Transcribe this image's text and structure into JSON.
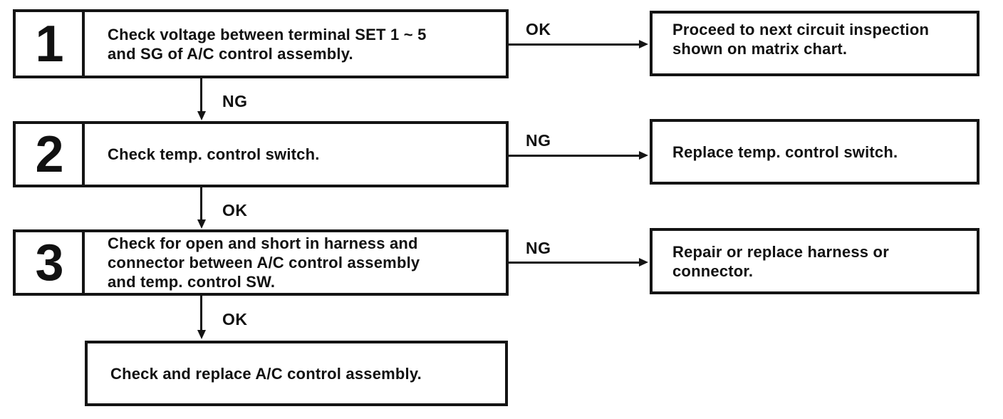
{
  "flow": {
    "steps": [
      {
        "number": "1",
        "lines": [
          "Check voltage between terminal SET 1 ~ 5",
          "and SG of A/C control assembly."
        ]
      },
      {
        "number": "2",
        "lines": [
          "Check temp. control switch."
        ]
      },
      {
        "number": "3",
        "lines": [
          "Check for open and short in harness and",
          "connector between A/C control assembly",
          "and temp. control SW."
        ]
      }
    ],
    "final_step": {
      "lines": [
        "Check and replace A/C control assembly."
      ]
    },
    "results": [
      {
        "lines": [
          "Proceed to next circuit inspection",
          "shown on matrix chart."
        ]
      },
      {
        "lines": [
          "Replace temp. control switch."
        ]
      },
      {
        "lines": [
          "Repair or replace harness or",
          "connector."
        ]
      }
    ],
    "labels": {
      "step1_down": "NG",
      "step2_down": "OK",
      "step3_down": "OK",
      "step1_right": "OK",
      "step2_right": "NG",
      "step3_right": "NG"
    },
    "colors": {
      "ink": "#141414",
      "paper": "#ffffff"
    }
  }
}
